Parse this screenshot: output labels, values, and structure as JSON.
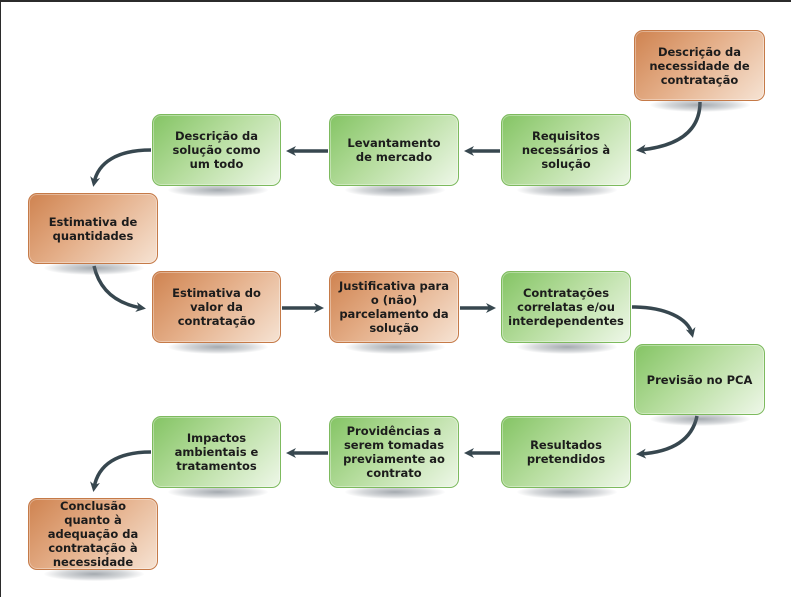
{
  "diagram": {
    "type": "process-flowchart",
    "colors": {
      "orange_box": "#d98c5b",
      "green_box": "#9ccf7e",
      "arrow": "#37474f",
      "text": "#1c1c1c"
    },
    "steps": [
      {
        "id": 1,
        "label": "Descrição da necessidade de contratação",
        "color": "orange"
      },
      {
        "id": 2,
        "label": "Requisitos necessários à solução",
        "color": "green"
      },
      {
        "id": 3,
        "label": "Levantamento de mercado",
        "color": "green"
      },
      {
        "id": 4,
        "label": "Descrição da solução como um todo",
        "color": "green"
      },
      {
        "id": 5,
        "label": "Estimativa de quantidades",
        "color": "orange"
      },
      {
        "id": 6,
        "label": "Estimativa do valor da contratação",
        "color": "orange"
      },
      {
        "id": 7,
        "label": "Justificativa para o (não) parcelamento da solução",
        "color": "orange"
      },
      {
        "id": 8,
        "label": "Contratações correlatas e/ou interdependentes",
        "color": "green"
      },
      {
        "id": 9,
        "label": "Previsão no PCA",
        "color": "green"
      },
      {
        "id": 10,
        "label": "Resultados pretendidos",
        "color": "green"
      },
      {
        "id": 11,
        "label": "Providências a serem tomadas previamente ao contrato",
        "color": "green"
      },
      {
        "id": 12,
        "label": "Impactos ambientais e tratamentos",
        "color": "green"
      },
      {
        "id": 13,
        "label": "Conclusão quanto à adequação da contratação à necessidade",
        "color": "orange"
      }
    ],
    "flow": [
      [
        1,
        2
      ],
      [
        2,
        3
      ],
      [
        3,
        4
      ],
      [
        4,
        5
      ],
      [
        5,
        6
      ],
      [
        6,
        7
      ],
      [
        7,
        8
      ],
      [
        8,
        9
      ],
      [
        9,
        10
      ],
      [
        10,
        11
      ],
      [
        11,
        12
      ],
      [
        12,
        13
      ]
    ]
  }
}
